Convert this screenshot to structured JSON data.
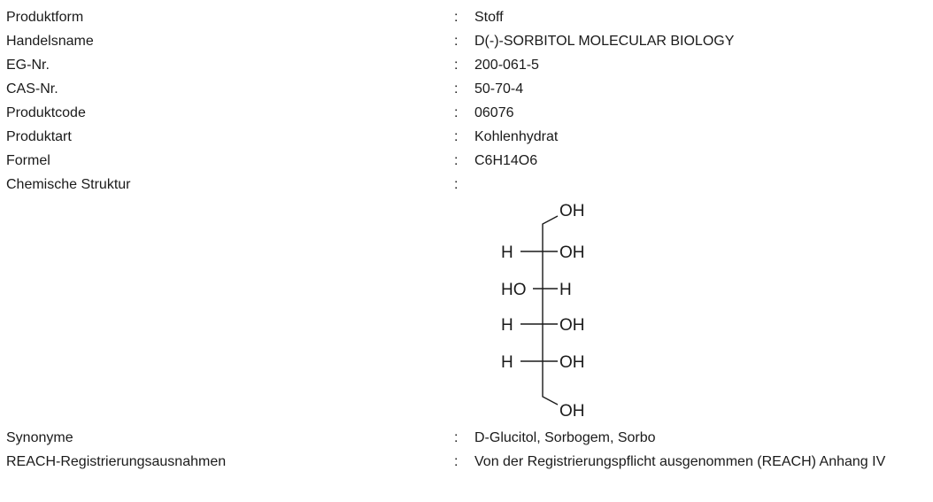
{
  "rows": [
    {
      "label": "Produktform",
      "value": "Stoff"
    },
    {
      "label": "Handelsname",
      "value": "D(-)-SORBITOL MOLECULAR BIOLOGY"
    },
    {
      "label": "EG-Nr.",
      "value": "200-061-5"
    },
    {
      "label": "CAS-Nr.",
      "value": "50-70-4"
    },
    {
      "label": "Produktcode",
      "value": "06076"
    },
    {
      "label": "Produktart",
      "value": "Kohlenhydrat"
    },
    {
      "label": "Formel",
      "value": "C6H14O6"
    },
    {
      "label": "Chemische Struktur",
      "value": ""
    },
    {
      "label": "Synonyme",
      "value": "D-Glucitol, Sorbogem, Sorbo"
    },
    {
      "label": "REACH-Registrierungsausnahmen",
      "value": "Von der Registrierungspflicht ausgenommen (REACH) Anhang IV"
    }
  ],
  "separator": ":",
  "structure": {
    "top": "OH",
    "c2_left": "H",
    "c2_right": "OH",
    "c3_left": "HO",
    "c3_right": "H",
    "c4_left": "H",
    "c4_right": "OH",
    "c5_left": "H",
    "c5_right": "OH",
    "bottom": "OH"
  }
}
